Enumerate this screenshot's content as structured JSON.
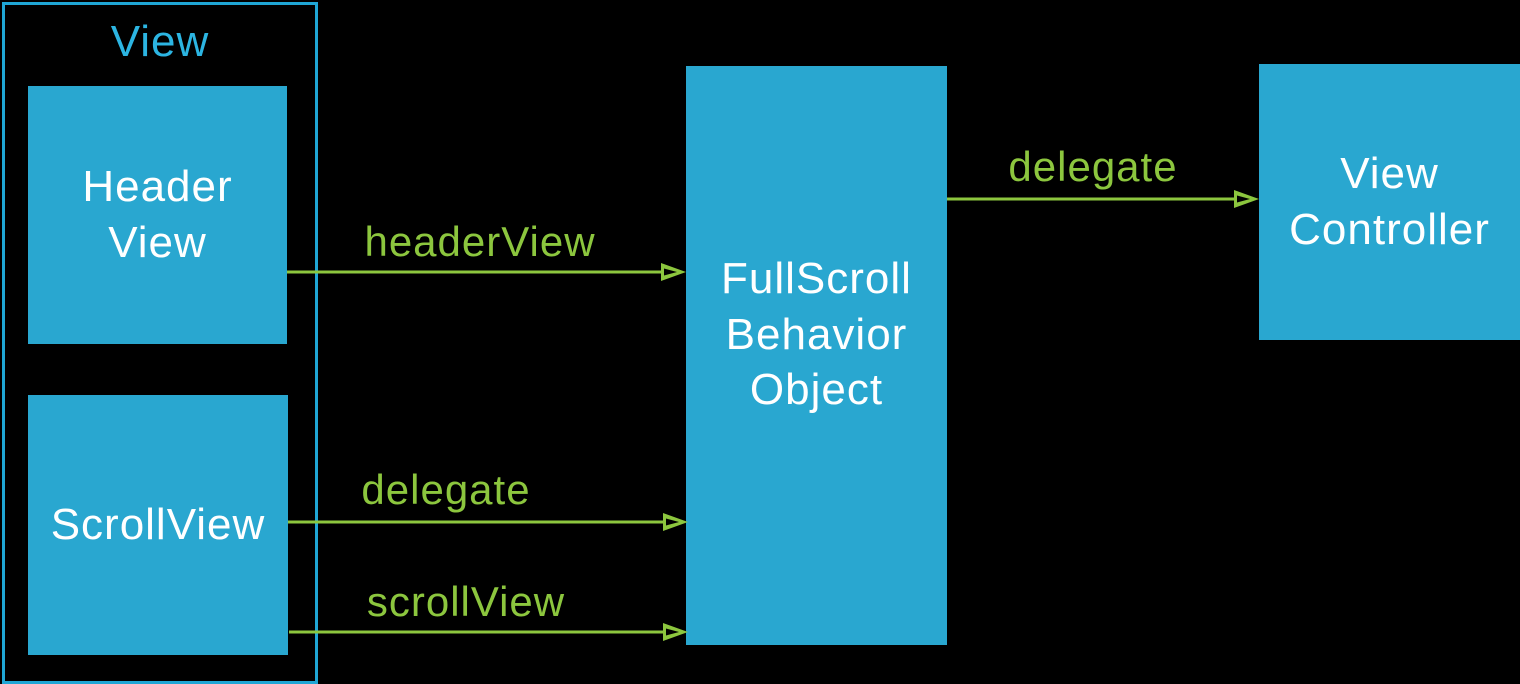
{
  "colors": {
    "background": "#000000",
    "box_fill": "#29A7D0",
    "box_text": "#FFFFFF",
    "container_border": "#1FA6D5",
    "container_title": "#2CB5E2",
    "arrow_green": "#8CC63E"
  },
  "view_group": {
    "label": "View"
  },
  "nodes": [
    {
      "id": "header-view",
      "label_lines": [
        "Header",
        "View"
      ]
    },
    {
      "id": "scroll-view",
      "label_lines": [
        "ScrollView"
      ]
    },
    {
      "id": "fullscroll-behavior-object",
      "label_lines": [
        "FullScroll",
        "Behavior",
        "Object"
      ]
    },
    {
      "id": "view-controller",
      "label_lines": [
        "View",
        "Controller"
      ]
    }
  ],
  "arrows": [
    {
      "id": "headerView",
      "label": "headerView",
      "from": "Header View",
      "to": "FullScroll Behavior Object"
    },
    {
      "id": "delegate-left",
      "label": "delegate",
      "from": "ScrollView",
      "to": "FullScroll Behavior Object"
    },
    {
      "id": "scrollView",
      "label": "scrollView",
      "from": "ScrollView",
      "to": "FullScroll Behavior Object"
    },
    {
      "id": "delegate-right",
      "label": "delegate",
      "from": "FullScroll Behavior Object",
      "to": "View Controller"
    }
  ]
}
